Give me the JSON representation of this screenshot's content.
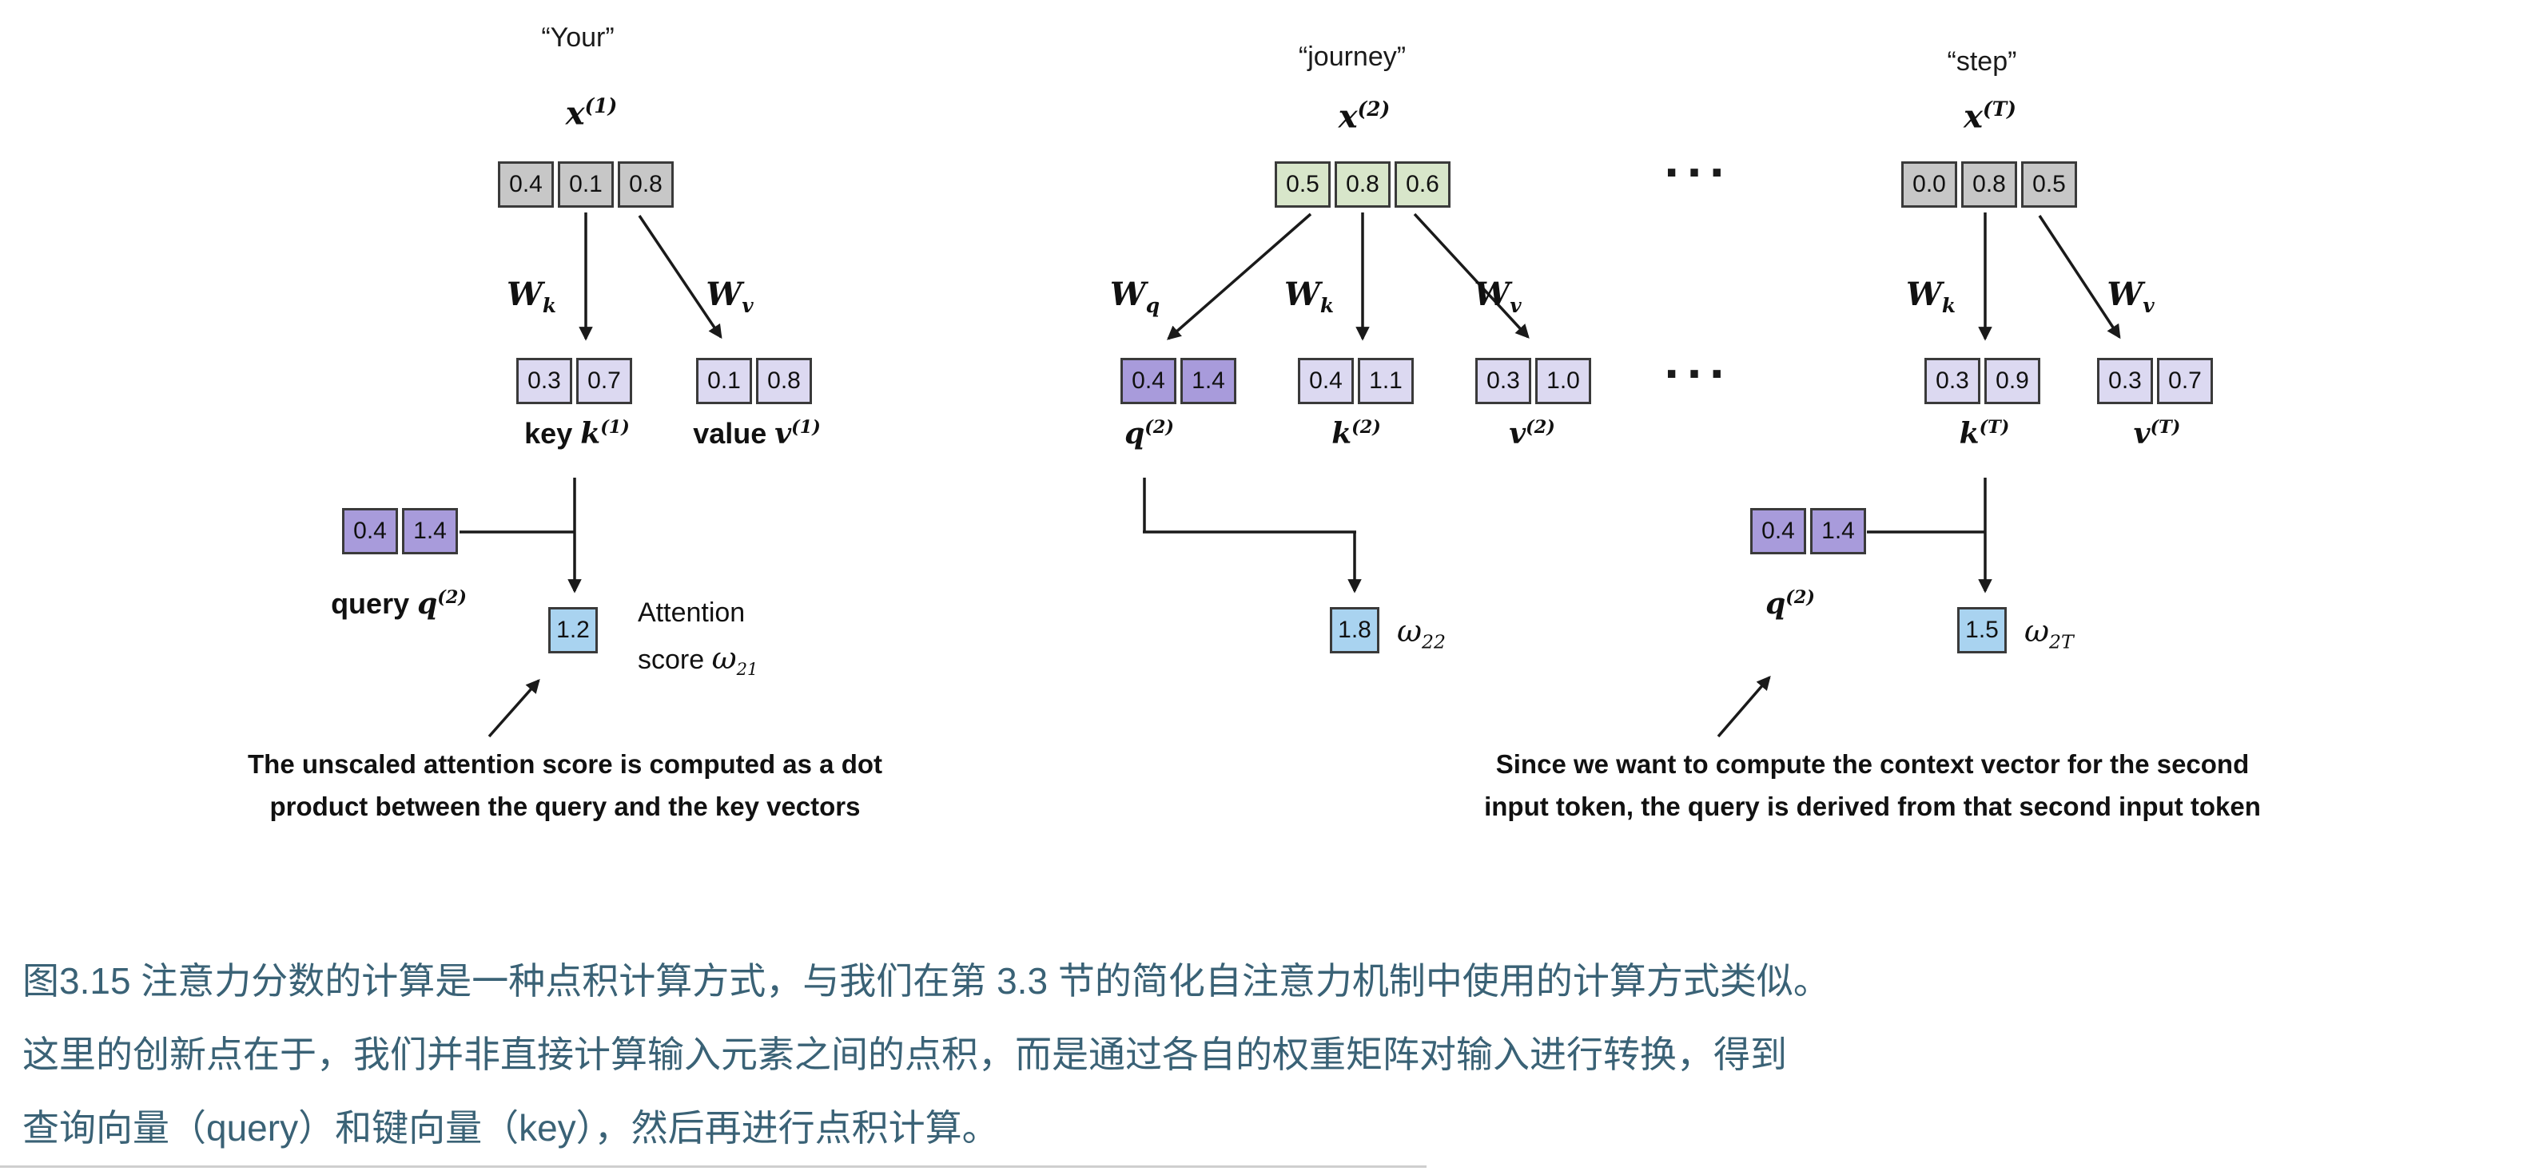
{
  "colors": {
    "box_gray": "#c7c7c7",
    "box_green": "#d8e6ca",
    "box_lavender": "#dcd9f1",
    "box_purple": "#a89bdb",
    "box_blue": "#a9d3f0",
    "box_border": "#3a3a3a",
    "arrow": "#1a1a1a",
    "caption_text": "#3a6276"
  },
  "figure": {
    "ellipsis": "...",
    "col1": {
      "token": "“Your”",
      "x": {
        "base": "x",
        "sup": "(1)"
      },
      "x_values": [
        "0.4",
        "0.1",
        "0.8"
      ],
      "w_k": {
        "base": "W",
        "sub": "k"
      },
      "w_v": {
        "base": "W",
        "sub": "v"
      },
      "key_values": [
        "0.3",
        "0.7"
      ],
      "value_values": [
        "0.1",
        "0.8"
      ],
      "key_label": {
        "word": "key",
        "base": "k",
        "sup": "(1)"
      },
      "value_label": {
        "word": "value",
        "base": "v",
        "sup": "(1)"
      },
      "query_values": [
        "0.4",
        "1.4"
      ],
      "query_label": {
        "word": "query",
        "base": "q",
        "sup": "(2)"
      },
      "score": {
        "value": "1.2",
        "line1": "Attention",
        "line2": "score",
        "omega": "ω",
        "sub": "21"
      },
      "annotation": [
        "The unscaled attention score is computed as a dot",
        "product between the query and the key vectors"
      ]
    },
    "col2": {
      "token": "“journey”",
      "x": {
        "base": "x",
        "sup": "(2)"
      },
      "x_values": [
        "0.5",
        "0.8",
        "0.6"
      ],
      "w_q": {
        "base": "W",
        "sub": "q"
      },
      "w_k": {
        "base": "W",
        "sub": "k"
      },
      "w_v": {
        "base": "W",
        "sub": "v"
      },
      "q_values": [
        "0.4",
        "1.4"
      ],
      "k_values": [
        "0.4",
        "1.1"
      ],
      "v_values": [
        "0.3",
        "1.0"
      ],
      "q_label": {
        "base": "q",
        "sup": "(2)"
      },
      "k_label": {
        "base": "k",
        "sup": "(2)"
      },
      "v_label": {
        "base": "v",
        "sup": "(2)"
      },
      "score": {
        "value": "1.8",
        "omega": "ω",
        "sub": "22"
      }
    },
    "col3": {
      "token": "“step”",
      "x": {
        "base": "x",
        "sup": "(T)"
      },
      "x_values": [
        "0.0",
        "0.8",
        "0.5"
      ],
      "w_k": {
        "base": "W",
        "sub": "k"
      },
      "w_v": {
        "base": "W",
        "sub": "v"
      },
      "k_values": [
        "0.3",
        "0.9"
      ],
      "v_values": [
        "0.3",
        "0.7"
      ],
      "k_label": {
        "base": "k",
        "sup": "(T)"
      },
      "v_label": {
        "base": "v",
        "sup": "(T)"
      },
      "query_values": [
        "0.4",
        "1.4"
      ],
      "query_label": {
        "base": "q",
        "sup": "(2)"
      },
      "score": {
        "value": "1.5",
        "omega": "ω",
        "sub": "2T"
      },
      "annotation": [
        "Since we want to compute the context vector for the second",
        "input token, the query is derived from that second input token"
      ]
    }
  },
  "caption": {
    "lines": [
      "图3.15 注意力分数的计算是一种点积计算方式，与我们在第 3.3 节的简化自注意力机制中使用的计算方式类似。",
      "这里的创新点在于，我们并非直接计算输入元素之间的点积，而是通过各自的权重矩阵对输入进行转换，得到",
      "查询向量（query）和键向量（key），然后再进行点积计算。"
    ]
  }
}
